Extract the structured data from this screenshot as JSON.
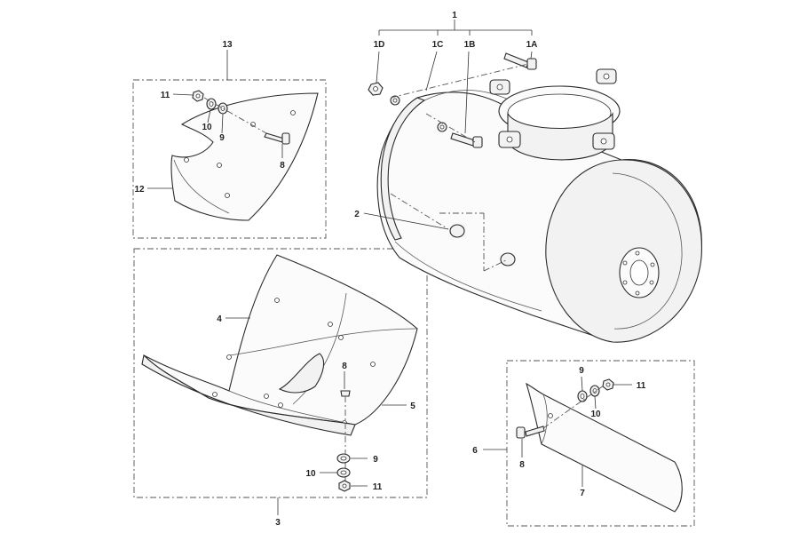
{
  "callouts": {
    "c1": "1",
    "c1a": "1A",
    "c1b": "1B",
    "c1c": "1C",
    "c1d": "1D",
    "c2": "2",
    "c3": "3",
    "c4": "4",
    "c5": "5",
    "c6": "6",
    "c7": "7",
    "c8a": "8",
    "c8b": "8",
    "c8c": "8",
    "c9a": "9",
    "c9b": "9",
    "c9c": "9",
    "c10a": "10",
    "c10b": "10",
    "c10c": "10",
    "c11a": "11",
    "c11b": "11",
    "c11c": "11",
    "c12": "12",
    "c13": "13"
  }
}
